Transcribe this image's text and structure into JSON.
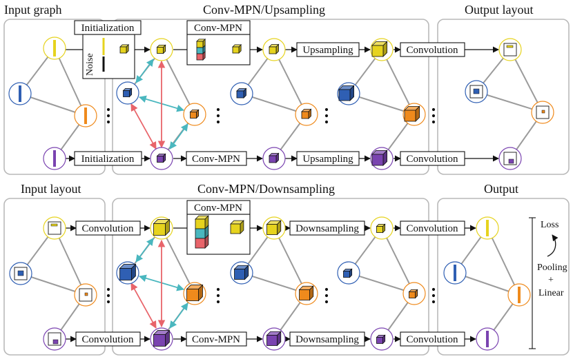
{
  "colors": {
    "yellow": "#e6d31e",
    "blue": "#2f5fb3",
    "orange": "#ef8a1c",
    "purple": "#7a43b0",
    "teal": "#4ab7bf",
    "red": "#e8646a",
    "panel_border": "#b9b9b9",
    "edge": "#9b9b9b"
  },
  "top": {
    "input_title": "Input graph",
    "middle_title": "Conv-MPN/Upsampling",
    "output_title": "Output layout",
    "init_label_top": "Initialization",
    "noise_label": "Noise",
    "convmpn_box_label": "Conv-MPN",
    "upsampling_top": "Upsampling",
    "convolution_top": "Convolution",
    "init_label_bottom": "Initialization",
    "convmpn_bottom": "Conv-MPN",
    "upsampling_bottom": "Upsampling",
    "convolution_bottom": "Convolution"
  },
  "bottom": {
    "input_title": "Input layout",
    "middle_title": "Conv-MPN/Downsampling",
    "output_title": "Output",
    "convolution_top_1": "Convolution",
    "convmpn_box_label": "Conv-MPN",
    "downsampling_top": "Downsampling",
    "convolution_top_2": "Convolution",
    "convolution_bottom_1": "Convolution",
    "convmpn_bottom": "Conv-MPN",
    "downsampling_bottom": "Downsampling",
    "convolution_bottom_2": "Convolution",
    "loss_label": "Loss",
    "pooling_label": "Pooling",
    "plus_label": "+",
    "linear_label": "Linear"
  },
  "icons": [
    "cube-icon",
    "noise-bar-icon",
    "room-mask-icon",
    "ellipsis-dots-icon",
    "curved-arrow-icon"
  ]
}
